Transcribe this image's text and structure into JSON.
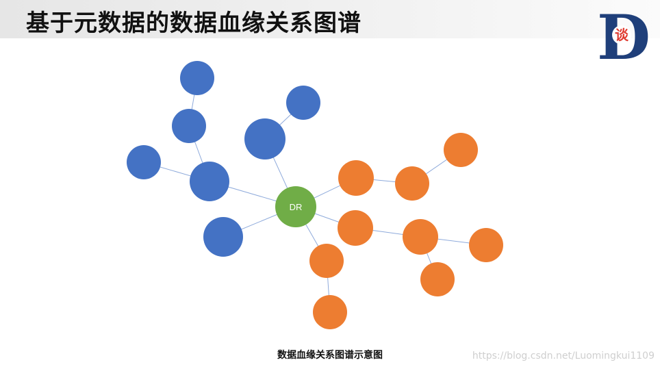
{
  "title": "基于元数据的数据血缘关系图谱",
  "logo": {
    "glyph": "D",
    "badge": "谈",
    "colors": {
      "letter": "#1f3f7a",
      "accent": "#2e6bb7",
      "badge": "#e03c31"
    }
  },
  "diagram": {
    "center": {
      "id": "dr",
      "label": "DR",
      "color": "#70ad47"
    },
    "colors": {
      "blue": "#4472c4",
      "orange": "#ed7d31",
      "edge": "#8eaadb"
    }
  },
  "caption": "数据血缘关系图谱示意图",
  "watermark": "https://blog.csdn.net/Luomingkui1109"
}
